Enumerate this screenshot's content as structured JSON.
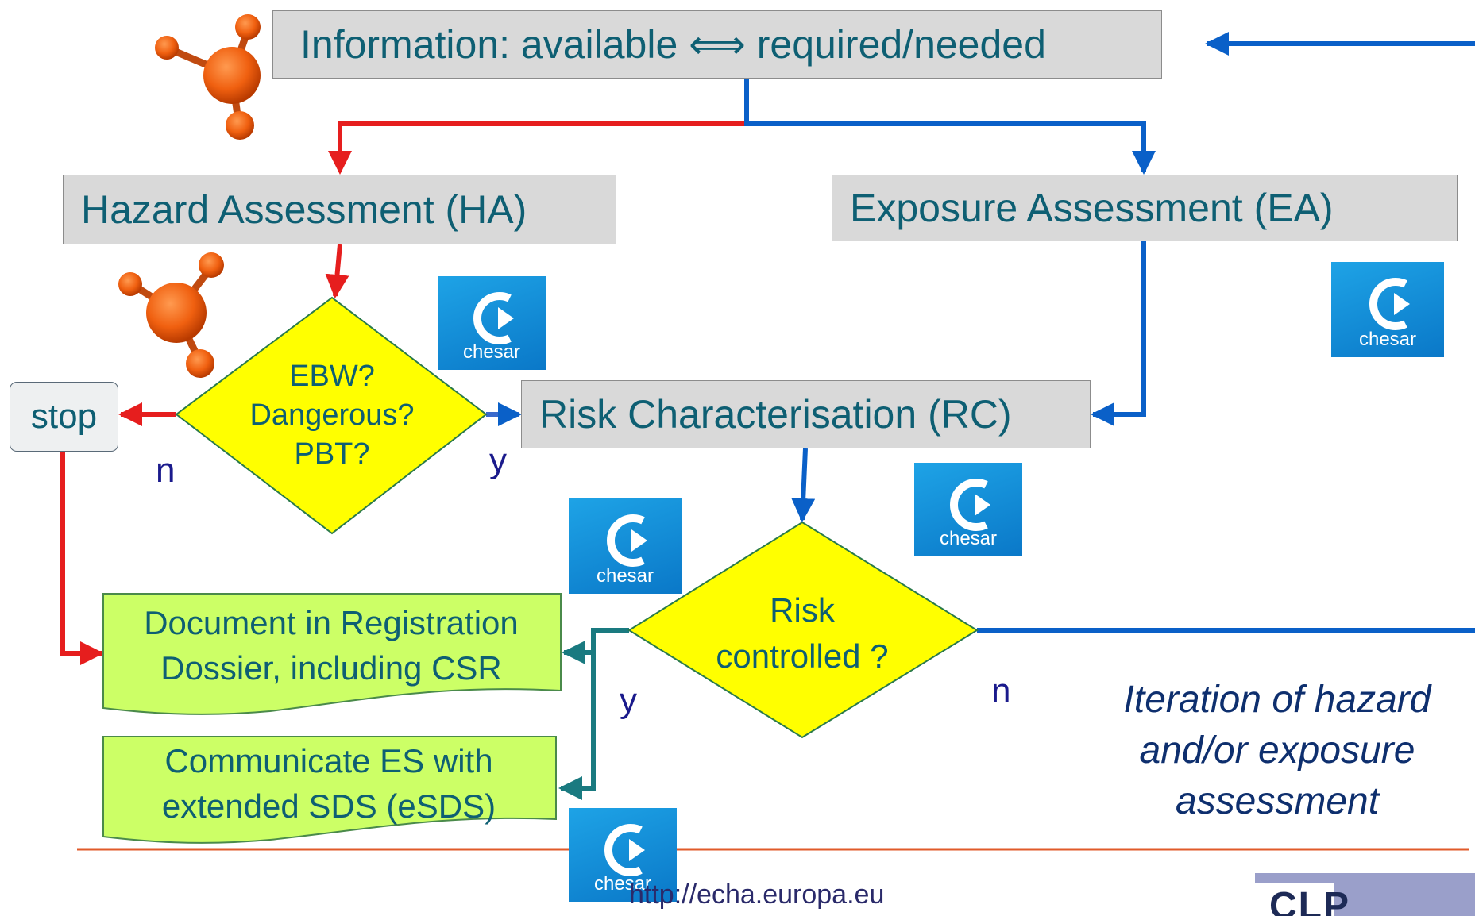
{
  "flowchart": {
    "info_box": "Information: available ⟺ required/needed",
    "hazard_box": "Hazard Assessment (HA)",
    "exposure_box": "Exposure Assessment (EA)",
    "risk_box": "Risk Characterisation (RC)",
    "stop_box": "stop",
    "decision1": {
      "line1": "EBW?",
      "line2": "Dangerous?",
      "line3": "PBT?"
    },
    "decision2": {
      "line1": "Risk",
      "line2": "controlled ?"
    },
    "label_n1": "n",
    "label_y1": "y",
    "label_y2": "y",
    "label_n2": "n",
    "document_box": {
      "line1": "Document in Registration",
      "line2": "Dossier, including CSR"
    },
    "communicate_box": {
      "line1": "Communicate ES with",
      "line2": "extended SDS (eSDS)"
    },
    "iteration_note": {
      "line1": "Iteration of hazard",
      "line2": "and/or exposure",
      "line3": "assessment"
    }
  },
  "logos": {
    "chesar_word": "chesar",
    "clp": "CLP"
  },
  "footer": {
    "url": "http://echa.europa.eu"
  },
  "colors": {
    "red_arrow": "#e61e1e",
    "blue_arrow": "#0a60c8",
    "teal_arrow": "#1a7a80",
    "decision_fill": "#ffff00",
    "document_fill": "#ccff66",
    "footer_line": "#e05a2a"
  }
}
